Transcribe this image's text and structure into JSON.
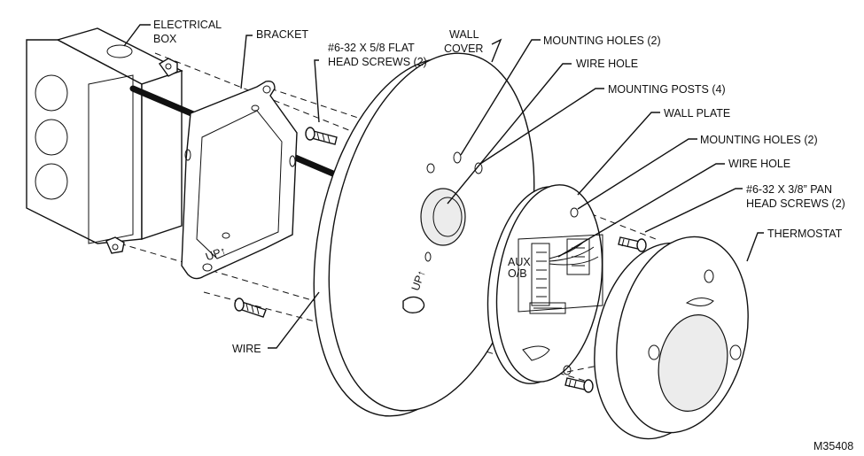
{
  "diagram": {
    "labels": {
      "electrical_box": [
        "ELECTRICAL",
        "BOX"
      ],
      "bracket": [
        "BRACKET"
      ],
      "flat_screws": [
        "#6-32 X 5/8 FLAT",
        "HEAD SCREWS (2)"
      ],
      "wall_cover": [
        "WALL",
        "COVER"
      ],
      "mounting_holes_1": [
        "MOUNTING HOLES (2)"
      ],
      "wire_hole_1": [
        "WIRE HOLE"
      ],
      "mounting_posts": [
        "MOUNTING POSTS (4)"
      ],
      "wall_plate": [
        "WALL PLATE"
      ],
      "mounting_holes_2": [
        "MOUNTING HOLES (2)"
      ],
      "wire_hole_2": [
        "WIRE HOLE"
      ],
      "pan_screws": [
        "#6-32 X 3/8” PAN",
        "HEAD SCREWS (2)"
      ],
      "thermostat": [
        "THERMOSTAT"
      ],
      "wire": [
        "WIRE"
      ]
    },
    "figure_id": "M35408",
    "part_markings": {
      "bracket_mark": "UP↑",
      "cover_mark": "UP↑",
      "plate_aux": "AUX",
      "plate_ob": "O/B"
    }
  }
}
